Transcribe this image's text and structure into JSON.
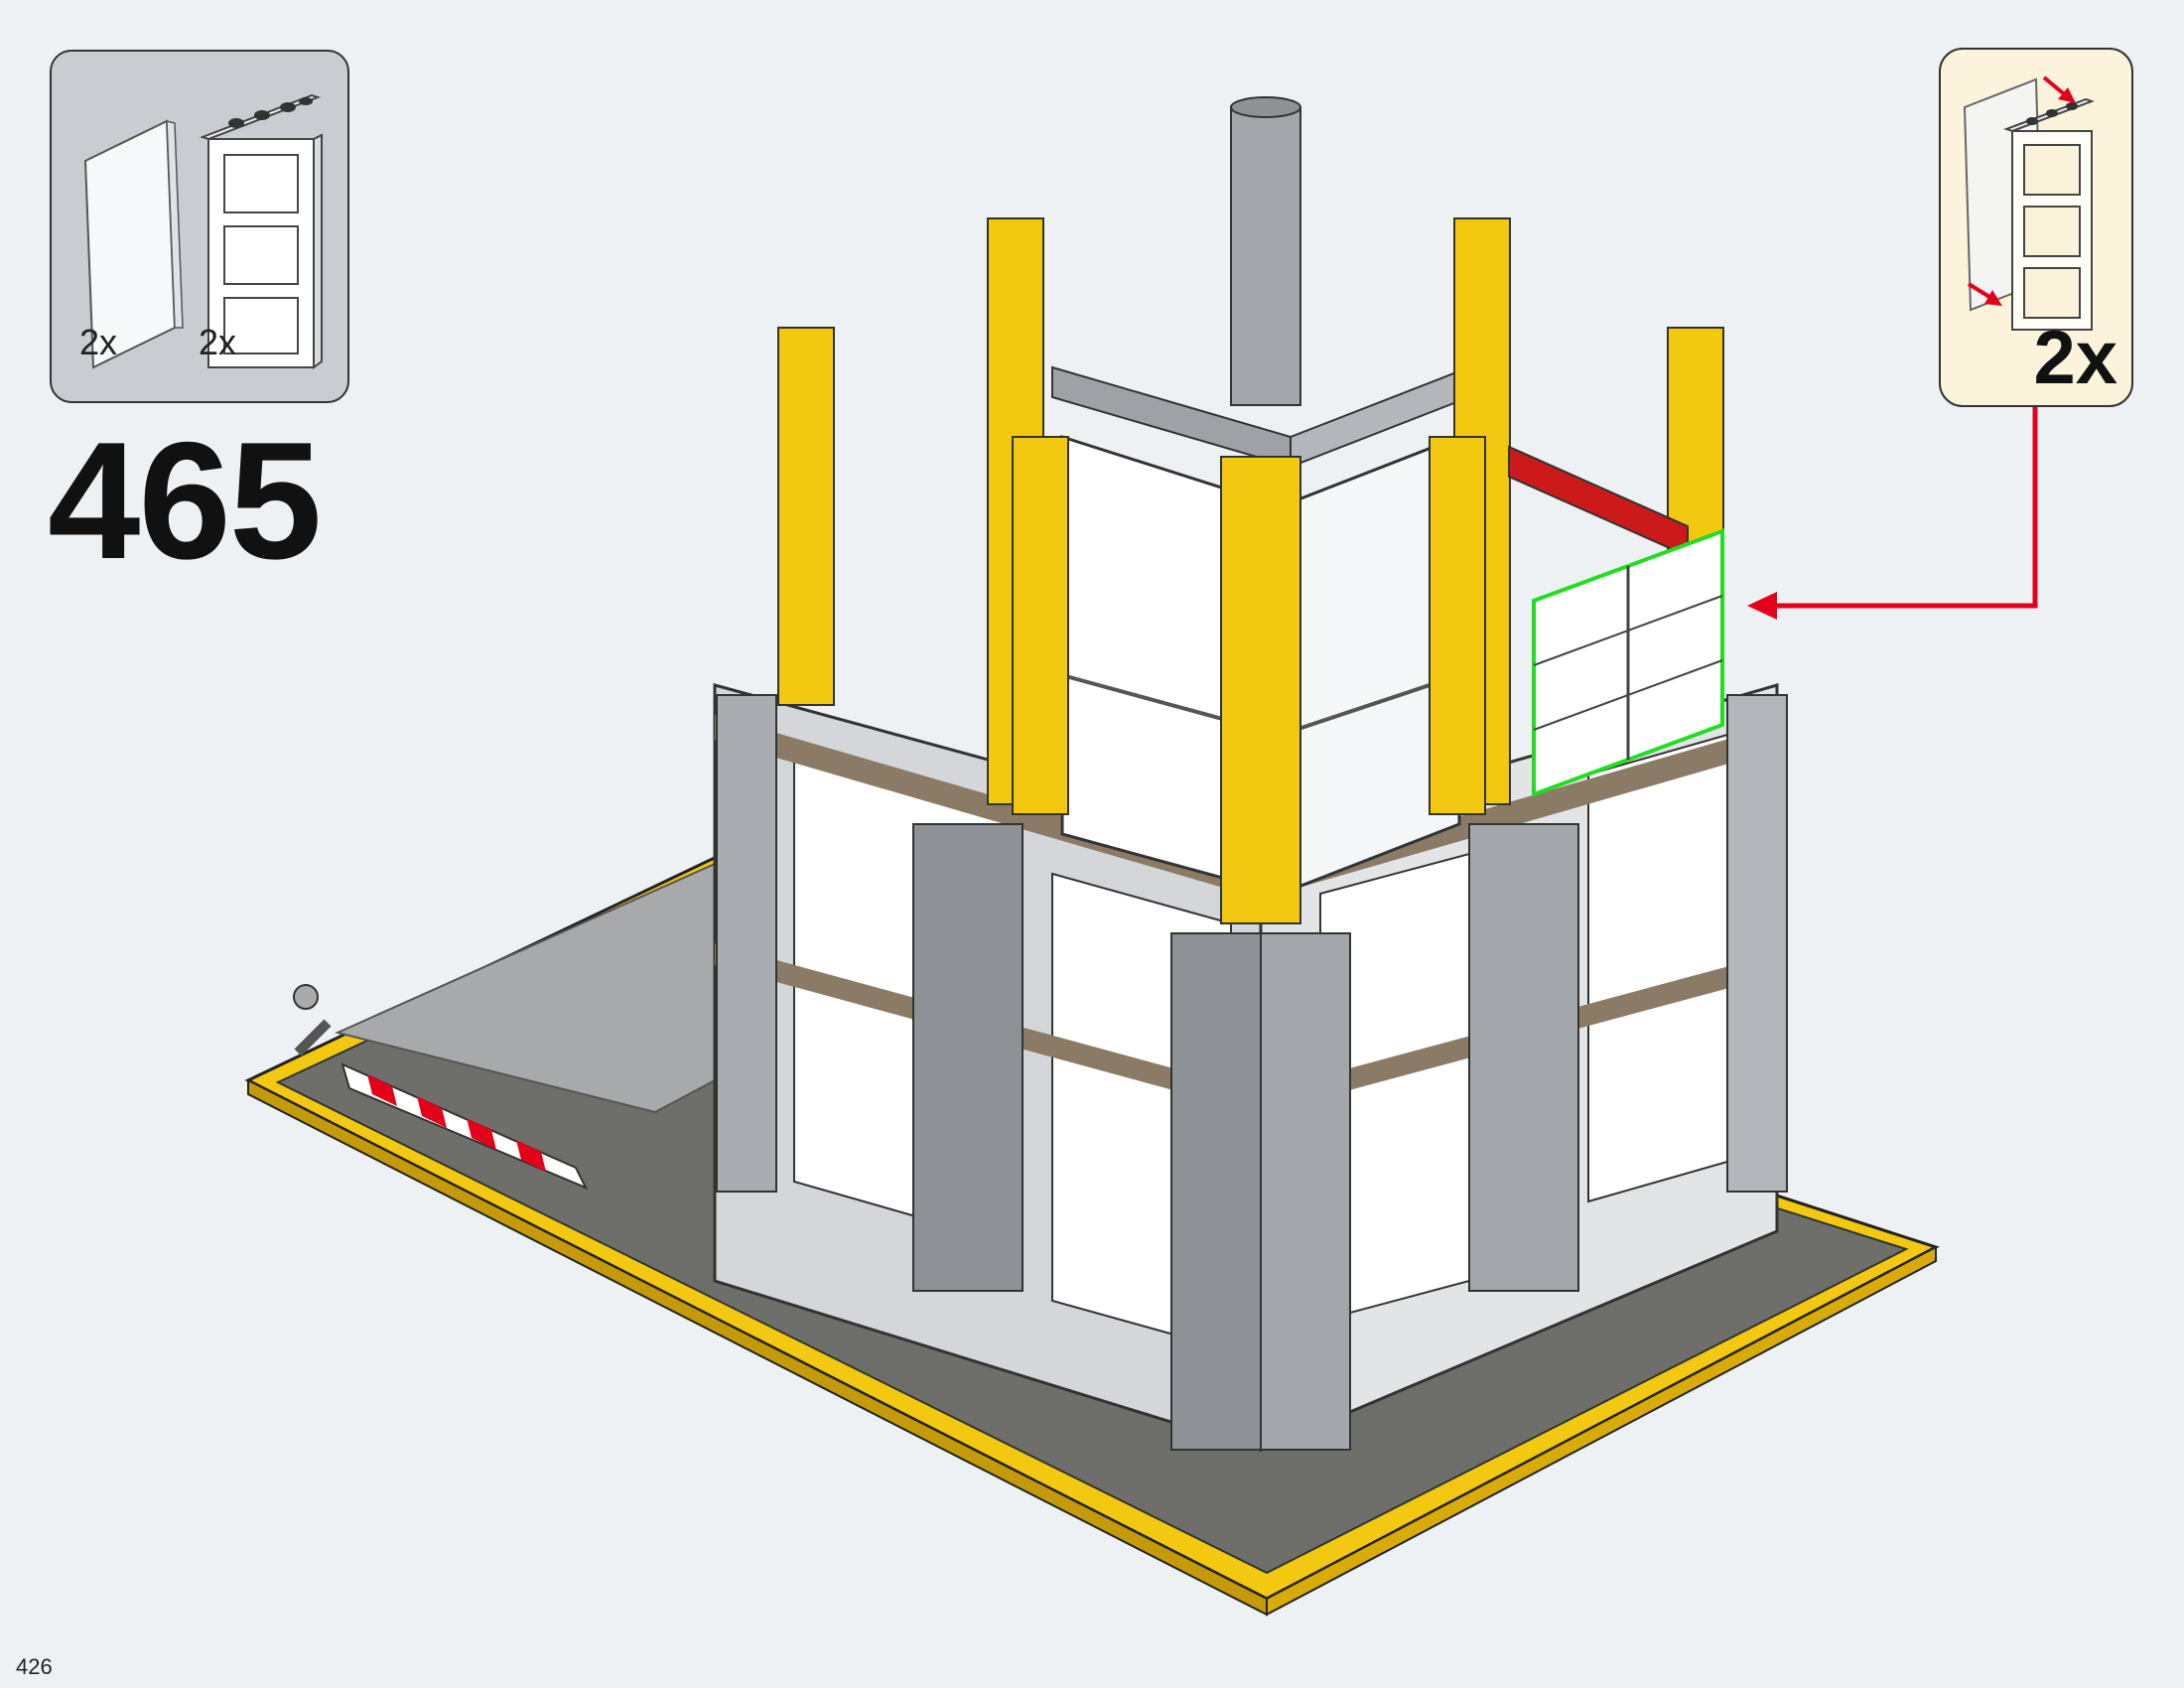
{
  "parts_list": {
    "items": [
      {
        "part": "glass-pane-icon",
        "quantity": "2x"
      },
      {
        "part": "window-frame-icon",
        "quantity": "2x"
      }
    ]
  },
  "step": {
    "number": "465"
  },
  "callout": {
    "quantity": "2x",
    "parts": [
      "glass-pane-icon",
      "window-frame-icon"
    ]
  },
  "page": {
    "number": "426"
  },
  "colors": {
    "background": "#eef1f4",
    "brick_yellow": "#f2c811",
    "stone_grey": "#a3a8ad",
    "baseplate_dark": "#6e6e6a",
    "callout_bg": "#fcf3dc",
    "highlight": "#22dd22",
    "arrow": "#e3001b"
  }
}
